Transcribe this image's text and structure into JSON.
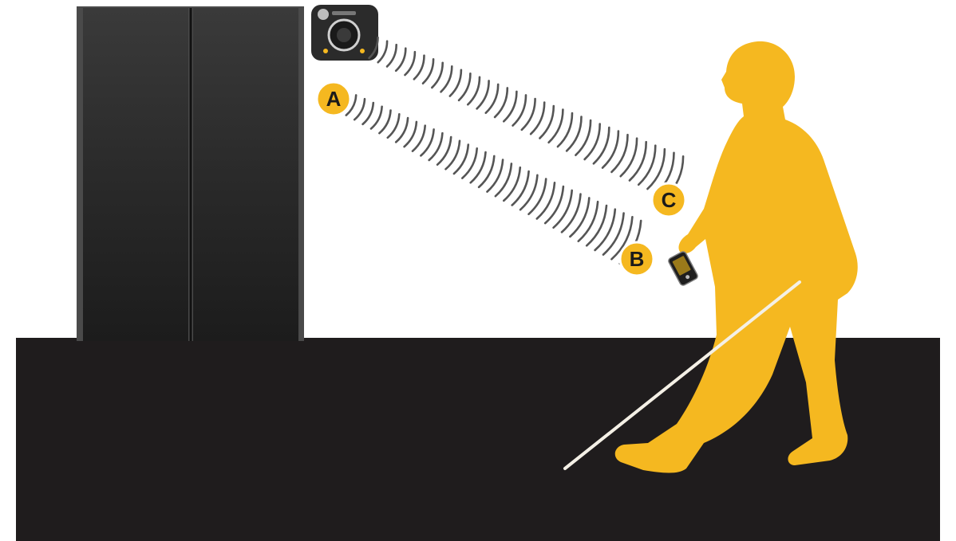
{
  "colors": {
    "background": "#ffffff",
    "floor": "#1f1c1d",
    "elevator_door": "#2b2a2b",
    "accent_yellow": "#f5b820",
    "wave_gray": "#555555",
    "cane": "#f4f0e6"
  },
  "labels": {
    "a": "A",
    "b": "B",
    "c": "C"
  },
  "icons": {
    "reader": "wall-beacon-reader-icon",
    "phone": "handheld-phone-icon",
    "person": "walking-person-with-cane-icon"
  }
}
